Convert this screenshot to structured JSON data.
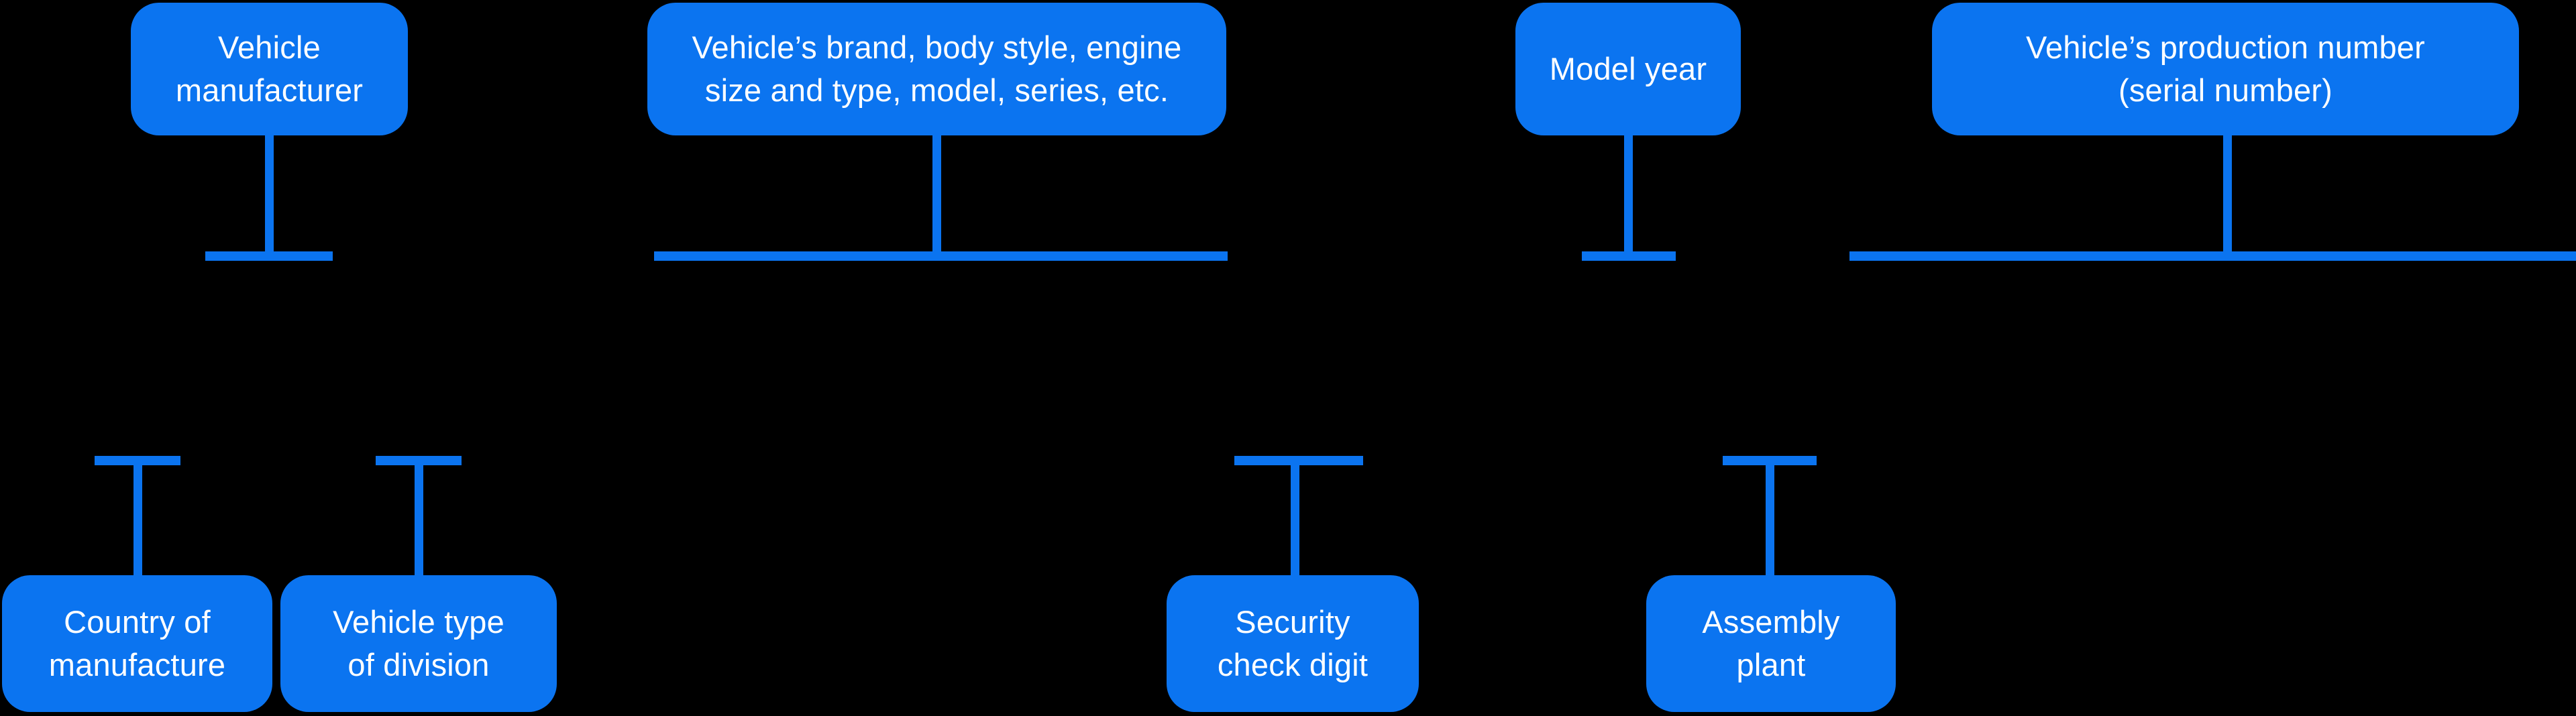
{
  "colors": {
    "background": "#000000",
    "accent": "#0B74F0",
    "text": "#FFFFFF"
  },
  "diagram": {
    "description": "VIN structure explainer diagram",
    "top_nodes": [
      {
        "name": "vehicle-manufacturer",
        "lines": [
          "Vehicle",
          "manufacturer"
        ]
      },
      {
        "name": "vehicle-brand-details",
        "lines": [
          "Vehicle’s brand, body style, engine",
          "size and type, model, series, etc."
        ]
      },
      {
        "name": "model-year",
        "lines": [
          "Model year"
        ]
      },
      {
        "name": "production-number",
        "lines": [
          "Vehicle’s production number",
          "(serial number)"
        ]
      }
    ],
    "bottom_nodes": [
      {
        "name": "country-of-manufacture",
        "lines": [
          "Country of",
          "manufacture"
        ]
      },
      {
        "name": "vehicle-type-of-division",
        "lines": [
          "Vehicle type",
          "of division"
        ]
      },
      {
        "name": "security-check-digit",
        "lines": [
          "Security",
          "check digit"
        ]
      },
      {
        "name": "assembly-plant",
        "lines": [
          "Assembly",
          "plant"
        ]
      }
    ]
  }
}
